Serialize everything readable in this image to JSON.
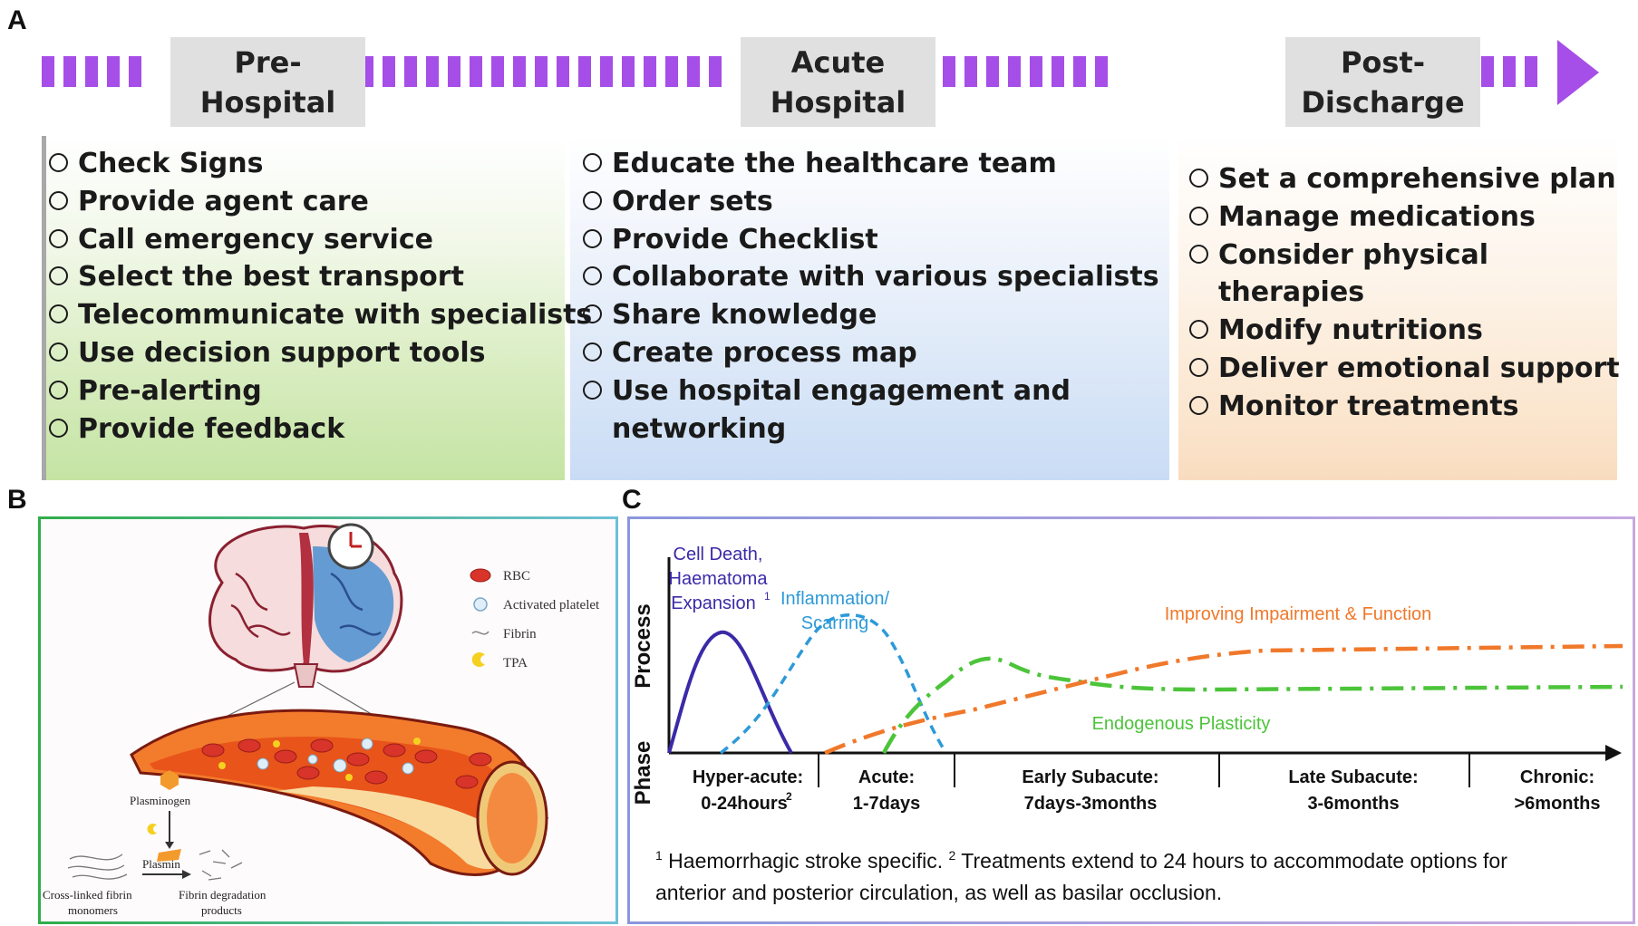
{
  "panels": {
    "a": "A",
    "b": "B",
    "c": "C"
  },
  "timeline": {
    "stages": [
      {
        "label": "Pre-\nHospital"
      },
      {
        "label": "Acute\nHospital"
      },
      {
        "label": "Post-\nDischarge"
      }
    ]
  },
  "lists": {
    "pre_hospital": [
      "Check Signs",
      "Provide agent care",
      "Call emergency service",
      "Select the best transport",
      "Telecommunicate with specialists",
      "Use decision support tools",
      "Pre-alerting",
      "Provide feedback"
    ],
    "acute_hospital": [
      "Educate the healthcare team",
      "Order sets",
      "Provide Checklist",
      "Collaborate with various specialists",
      "Share knowledge",
      "Create process map",
      "Use hospital engagement and\nnetworking"
    ],
    "post_discharge": [
      "Set a comprehensive plan",
      "Manage medications",
      "Consider physical therapies",
      "Modify nutritions",
      "Deliver emotional support",
      "Monitor treatments"
    ]
  },
  "panel_b": {
    "legend": [
      "RBC",
      "Activated platelet",
      "Fibrin",
      "TPA"
    ],
    "labels": {
      "plasminogen": "Plasminogen",
      "plasmin": "Plasmin",
      "crosslinked_line1": "Cross-linked fibrin",
      "crosslinked_line2": "monomers",
      "degradation_line1": "Fibrin degradation",
      "degradation_line2": "products"
    }
  },
  "panel_c": {
    "axis_y": {
      "top": "Process",
      "bottom": "Phase"
    },
    "curve_labels": {
      "cell_death": [
        "Cell Death,",
        "Haematoma",
        "Expansion"
      ],
      "cell_death_sup": "1",
      "inflammation": [
        "Inflammation/",
        "Scarring"
      ],
      "improving": "Improving Impairment & Function",
      "plasticity": "Endogenous Plasticity"
    },
    "phases": [
      {
        "name": "Hyper-acute:",
        "range": "0-24hours",
        "sup": "2"
      },
      {
        "name": "Acute:",
        "range": "1-7days",
        "sup": ""
      },
      {
        "name": "Early Subacute:",
        "range": "7days-3months",
        "sup": ""
      },
      {
        "name": "Late Subacute:",
        "range": "3-6months",
        "sup": ""
      },
      {
        "name": "Chronic:",
        "range": ">6months",
        "sup": ""
      }
    ],
    "footnote": {
      "sup1": "1",
      "text1": " Haemorrhagic stroke specific. ",
      "sup2": "2",
      "text2": " Treatments extend to 24 hours to accommodate options for",
      "line2": "anterior and posterior circulation, as well as basilar occlusion."
    },
    "colors": {
      "cell_death": "#3b2aa8",
      "inflammation": "#2d9ad8",
      "improving": "#f0782a",
      "plasticity": "#4cc43a"
    }
  },
  "colors": {
    "timeline": "#a64ee8",
    "stage_box": "#e0e0e0"
  }
}
